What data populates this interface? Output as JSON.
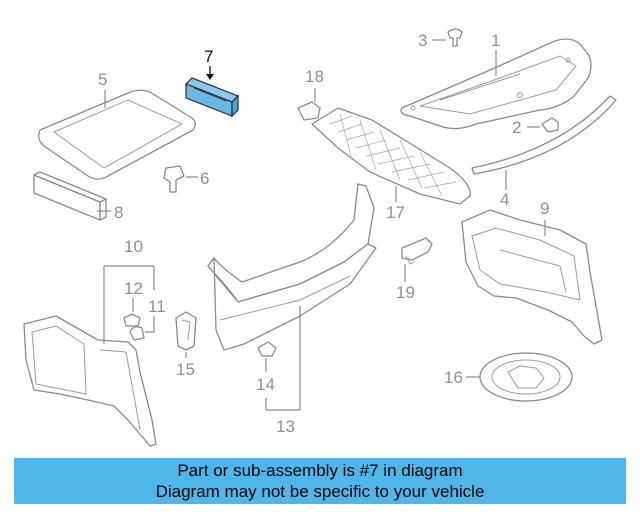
{
  "diagram": {
    "highlight_part": "7",
    "highlight_color": "#6bb8e6",
    "banner_color": "#4fb6ea",
    "callouts": {
      "p1": "1",
      "p2": "2",
      "p3": "3",
      "p4": "4",
      "p5": "5",
      "p6": "6",
      "p7": "7",
      "p8": "8",
      "p9": "9",
      "p10": "10",
      "p11": "11",
      "p12": "12",
      "p13": "13",
      "p14": "14",
      "p15": "15",
      "p16": "16",
      "p17": "17",
      "p18": "18",
      "p19": "19"
    }
  },
  "banner": {
    "line1": "Part or sub-assembly is #7 in diagram",
    "line2": "Diagram may not be specific to your vehicle"
  }
}
